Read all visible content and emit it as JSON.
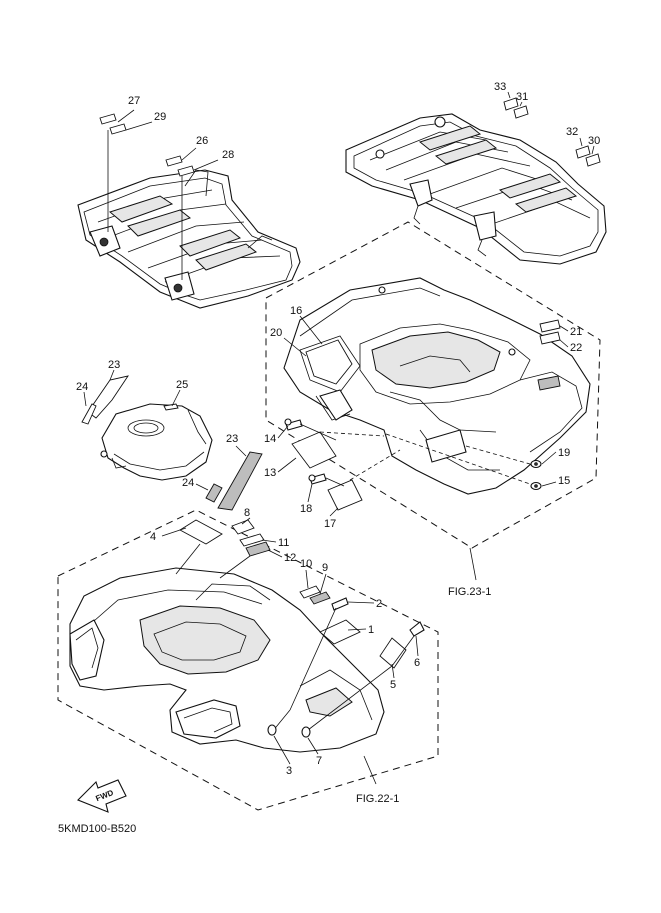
{
  "figure_refs": {
    "rear": "FIG.23-1",
    "front": "FIG.22-1"
  },
  "diagram_code": "5KMD100-B520",
  "fwd_mark": "FWD",
  "callouts": {
    "c1": "1",
    "c2": "2",
    "c3": "3",
    "c4": "4",
    "c5": "5",
    "c6": "6",
    "c7": "7",
    "c8": "8",
    "c9": "9",
    "c10": "10",
    "c11": "11",
    "c12": "12",
    "c13": "13",
    "c14": "14",
    "c15": "15",
    "c16": "16",
    "c17": "17",
    "c18": "18",
    "c19": "19",
    "c20": "20",
    "c21": "21",
    "c22": "22",
    "c23a": "23",
    "c23b": "23",
    "c24a": "24",
    "c24b": "24",
    "c25": "25",
    "c26": "26",
    "c27": "27",
    "c28": "28",
    "c29": "29",
    "c30": "30",
    "c31": "31",
    "c32": "32",
    "c33": "33"
  }
}
